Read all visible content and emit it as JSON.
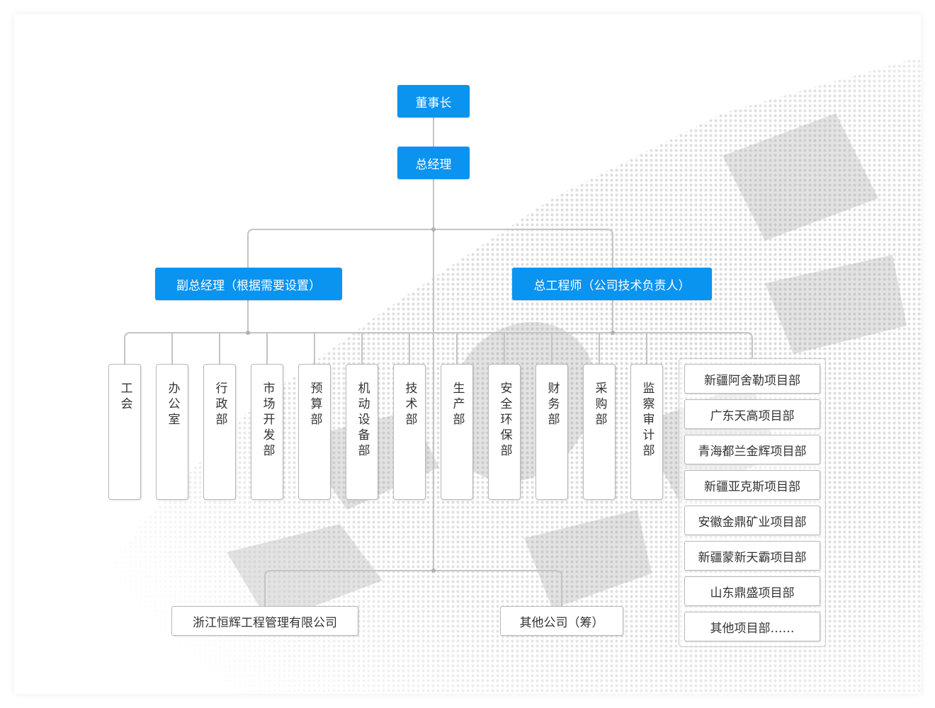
{
  "chairman": "董事长",
  "general_manager": "总经理",
  "deputy_gm": "副总经理（根据需要设置）",
  "chief_engineer": "总工程师（公司技术负责人）",
  "departments": [
    "工会",
    "办公室",
    "行政部",
    "市场开发部",
    "预算部",
    "机动设备部",
    "技术部",
    "生产部",
    "安全环保部",
    "财务部",
    "采购部",
    "监察审计部"
  ],
  "projects": [
    "新疆阿舍勒项目部",
    "广东天高项目部",
    "青海都兰金辉项目部",
    "新疆亚克斯项目部",
    "安徽金鼎矿业项目部",
    "新疆蒙新天霸项目部",
    "山东鼎盛项目部",
    "其他项目部……"
  ],
  "companies": [
    "浙江恒辉工程管理有限公司",
    "其他公司（筹）"
  ],
  "colors": {
    "accent": "#0b93f0",
    "line": "#c4c4c4",
    "border": "#b8b8b8"
  }
}
